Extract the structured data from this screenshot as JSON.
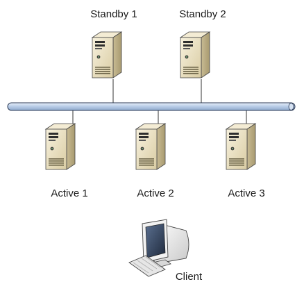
{
  "nodes": {
    "standby1": {
      "label": "Standby 1",
      "icon": "server-icon"
    },
    "standby2": {
      "label": "Standby 2",
      "icon": "server-icon"
    },
    "active1": {
      "label": "Active 1",
      "icon": "server-icon"
    },
    "active2": {
      "label": "Active 2",
      "icon": "server-icon"
    },
    "active3": {
      "label": "Active 3",
      "icon": "server-icon"
    },
    "client": {
      "label": "Client",
      "icon": "computer-icon"
    }
  },
  "colors": {
    "bus_fill": "#bcd0ea",
    "bus_stroke": "#2b3a55",
    "server_body": "#eae0c4",
    "server_side": "#c9bd98",
    "line": "#333333"
  }
}
